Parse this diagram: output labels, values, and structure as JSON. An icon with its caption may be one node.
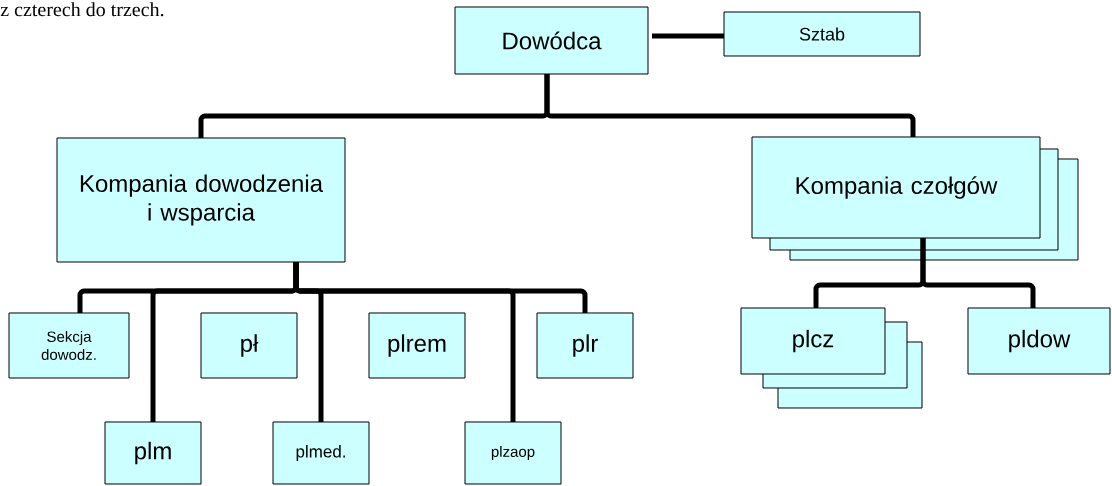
{
  "diagram": {
    "nodes": [
      {
        "text": [
          "Dowódca"
        ]
      },
      {
        "text": [
          "Sztab"
        ]
      },
      {
        "text": [
          "Kompania dowodzenia i wsparcia"
        ]
      },
      {
        "text": [
          "Kompania czołgów"
        ]
      },
      {
        "text": [
          "Sekcja dowodz."
        ]
      },
      {
        "text": [
          "pł"
        ]
      },
      {
        "text": [
          "plrem"
        ]
      },
      {
        "text": [
          "plr"
        ]
      },
      {
        "text": [
          "plm"
        ]
      },
      {
        "text": [
          "plmed."
        ]
      },
      {
        "text": [
          "plzaop"
        ]
      },
      {
        "text": [
          "plcz"
        ]
      },
      {
        "text": [
          "pldow"
        ]
      }
    ],
    "edges": [
      {
        "from": 0,
        "to": 1,
        "arrow": "none"
      },
      {
        "from": 0,
        "to": 2,
        "arrow": "none"
      },
      {
        "from": 0,
        "to": 3,
        "arrow": "none"
      },
      {
        "from": 2,
        "to": 4,
        "arrow": "none"
      },
      {
        "from": 2,
        "to": 8,
        "arrow": "none"
      },
      {
        "from": 2,
        "to": 9,
        "arrow": "none"
      },
      {
        "from": 2,
        "to": 10,
        "arrow": "none"
      },
      {
        "from": 2,
        "to": 7,
        "arrow": "none"
      },
      {
        "from": 3,
        "to": 11,
        "arrow": "none"
      },
      {
        "from": 3,
        "to": 12,
        "arrow": "none"
      }
    ],
    "labels": [
      "z czterech do trzech."
    ]
  }
}
